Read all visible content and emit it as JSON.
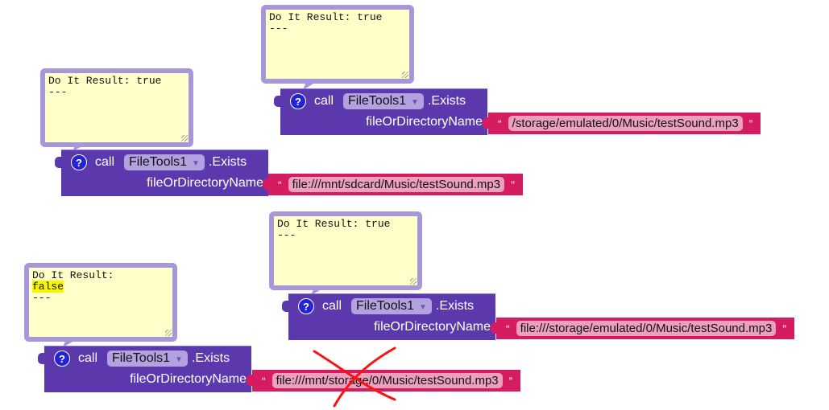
{
  "colors": {
    "block": "#5b39ad",
    "string": "#d61c61",
    "bubble_fill": "#ffffc9",
    "bubble_border": "#a897d8",
    "highlight": "#f7f500",
    "cross": "#ff0000"
  },
  "blocks": [
    {
      "result_line1": "Do It Result: true",
      "result_line2": "",
      "result_line3": "---",
      "call": "call",
      "component": "FileTools1",
      "method": ".Exists",
      "param": "fileOrDirectoryName",
      "open_quote": "“",
      "value": "/storage/emulated/0/Music/testSound.mp3",
      "close_quote": "”"
    },
    {
      "result_line1": "Do It Result: true",
      "result_line2": "",
      "result_line3": "---",
      "call": "call",
      "component": "FileTools1",
      "method": ".Exists",
      "param": "fileOrDirectoryName",
      "open_quote": "“",
      "value": "file:///mnt/sdcard/Music/testSound.mp3",
      "close_quote": "”"
    },
    {
      "result_line1": "Do It Result: true",
      "result_line2": "",
      "result_line3": "---",
      "call": "call",
      "component": "FileTools1",
      "method": ".Exists",
      "param": "fileOrDirectoryName",
      "open_quote": "“",
      "value": "file:///storage/emulated/0/Music/testSound.mp3",
      "close_quote": "”"
    },
    {
      "result_line1": "Do It Result:",
      "result_line2": "false",
      "result_line3": "---",
      "call": "call",
      "component": "FileTools1",
      "method": ".Exists",
      "param": "fileOrDirectoryName",
      "open_quote": "“",
      "value": "file:///mnt/storage/0/Music/testSound.mp3",
      "close_quote": "”",
      "crossed_out": true
    }
  ]
}
